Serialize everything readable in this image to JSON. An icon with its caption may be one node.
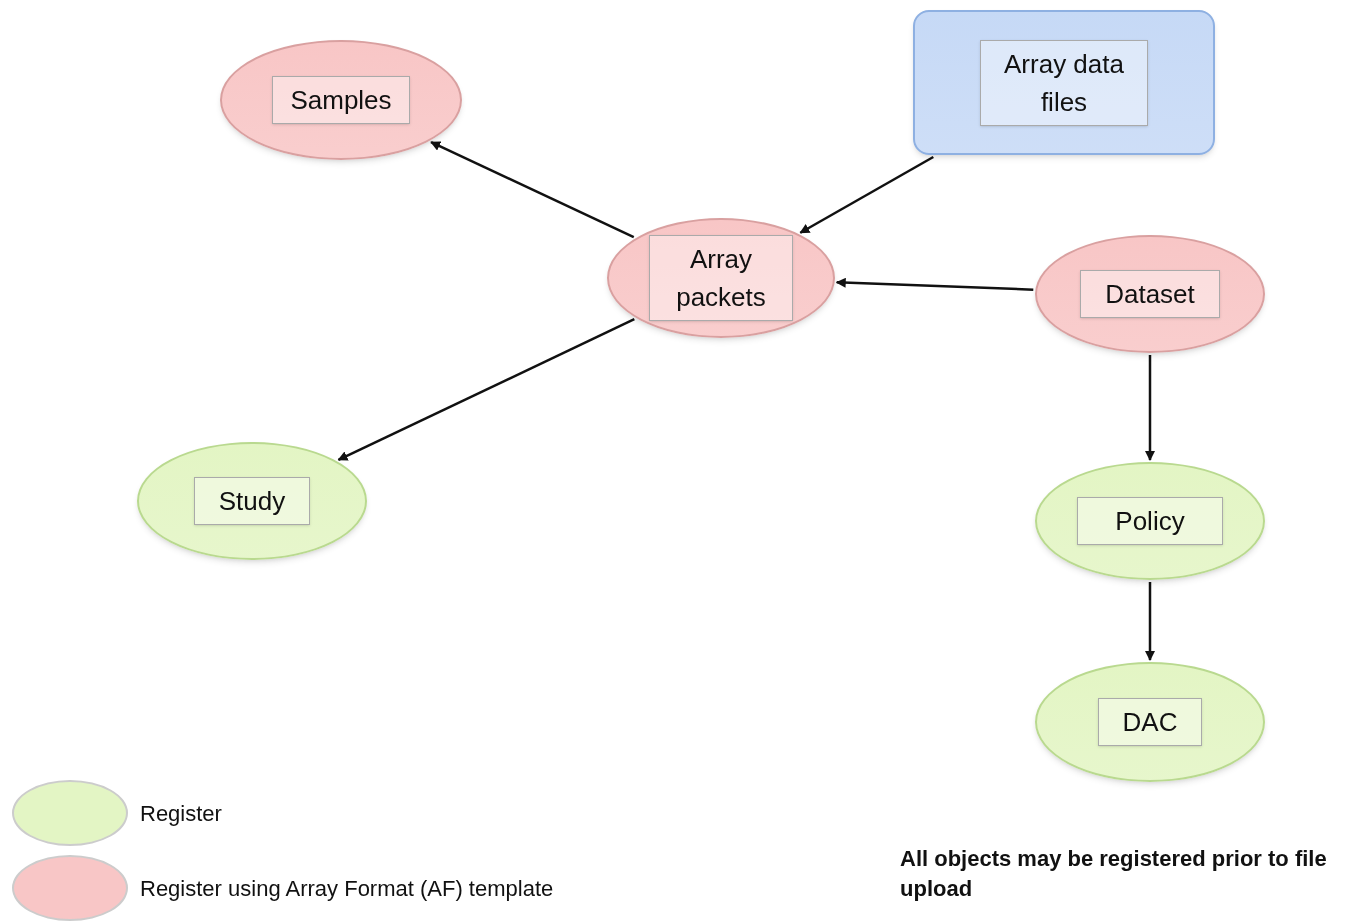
{
  "diagram": {
    "nodes": [
      {
        "text": [
          "Samples"
        ]
      },
      {
        "text": [
          "Array data files"
        ]
      },
      {
        "text": [
          "Array packets"
        ]
      },
      {
        "text": [
          "Dataset"
        ]
      },
      {
        "text": [
          "Study"
        ]
      },
      {
        "text": [
          "Policy"
        ]
      },
      {
        "text": [
          "DAC"
        ]
      }
    ],
    "edges": [
      {
        "from": 2,
        "to": 0,
        "arrow": "to"
      },
      {
        "from": 1,
        "to": 2,
        "arrow": "to"
      },
      {
        "from": 3,
        "to": 2,
        "arrow": "to"
      },
      {
        "from": 2,
        "to": 4,
        "arrow": "to"
      },
      {
        "from": 3,
        "to": 5,
        "arrow": "to"
      },
      {
        "from": 5,
        "to": 6,
        "arrow": "to"
      }
    ],
    "labels": [
      "All objects may be registered prior to file upload"
    ],
    "legend": [
      {
        "text": "Register",
        "color": "#e3f5c4"
      },
      {
        "text": "Register using Array Format (AF) template",
        "color": "#f8c6c6"
      }
    ]
  }
}
